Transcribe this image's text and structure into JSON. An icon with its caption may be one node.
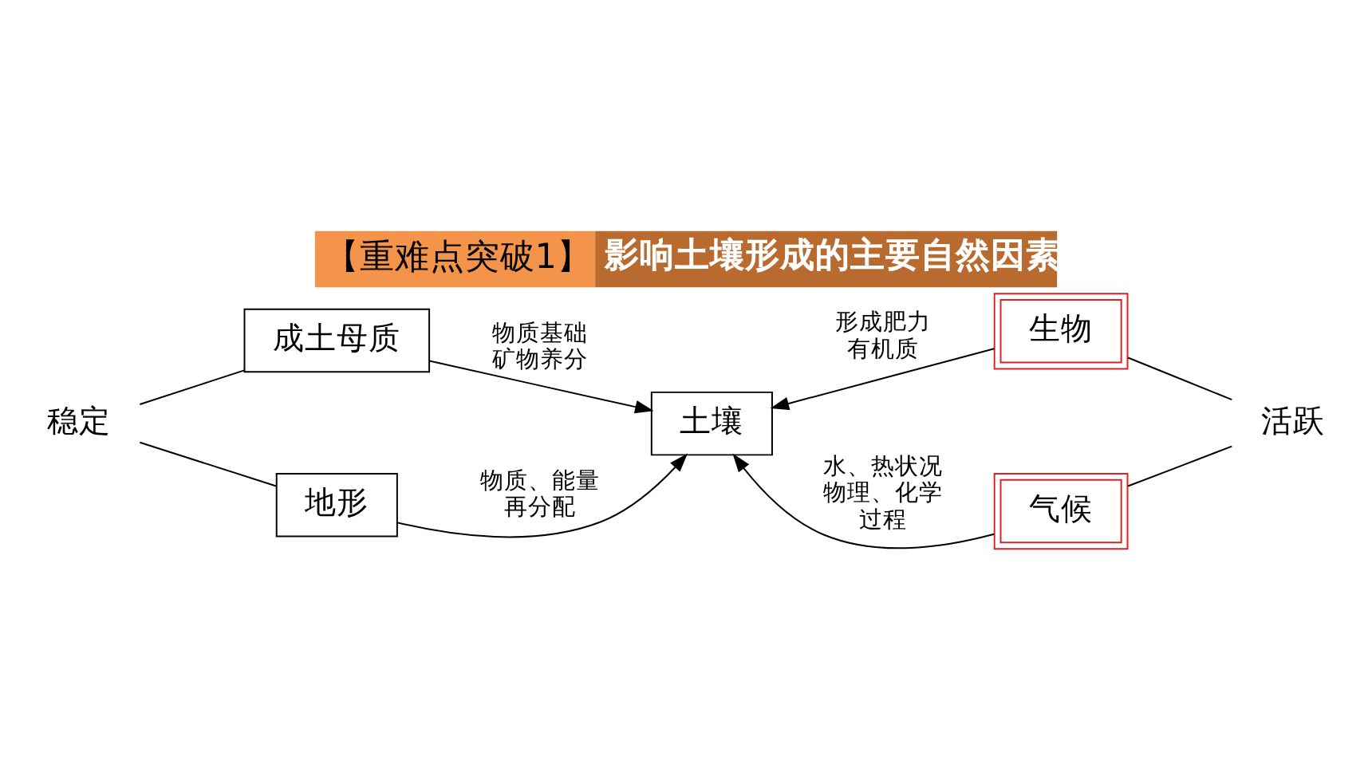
{
  "diagram": {
    "title": "影响土壤形成的主要自然因素",
    "nodes": [
      {
        "text": [
          "成土母质"
        ]
      },
      {
        "text": [
          "生物"
        ]
      },
      {
        "text": [
          "稳定"
        ]
      },
      {
        "text": [
          "土壤"
        ]
      },
      {
        "text": [
          "活跃"
        ]
      },
      {
        "text": [
          "地形"
        ]
      },
      {
        "text": [
          "气候"
        ]
      }
    ],
    "edges": [
      {
        "from": 0,
        "to": 3,
        "arrow": "to",
        "label": "物质基础矿物养分"
      },
      {
        "from": 1,
        "to": 3,
        "arrow": "to",
        "label": "形成肥力有机质"
      },
      {
        "from": 5,
        "to": 3,
        "arrow": "to",
        "label": "物质、能量再分配"
      },
      {
        "from": 6,
        "to": 3,
        "arrow": "to",
        "label": "水、热状况物理、化学过程"
      },
      {
        "from": 0,
        "to": 2,
        "arrow": "none"
      },
      {
        "from": 2,
        "to": 5,
        "arrow": "none"
      },
      {
        "from": 1,
        "to": 4,
        "arrow": "none"
      },
      {
        "from": 4,
        "to": 6,
        "arrow": "none"
      }
    ],
    "labels": [
      "【重难点突破1】"
    ]
  }
}
